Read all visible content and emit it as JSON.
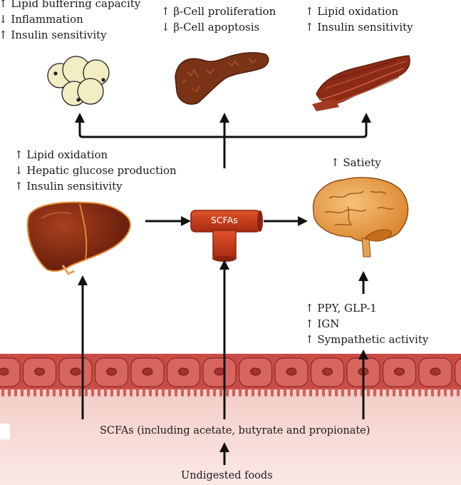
{
  "colors": {
    "fat_cell": "#f3edc4",
    "pancreas": "#7b3216",
    "muscle": "#8a2a14",
    "liver": "#7a2210",
    "liver_outline": "#e08830",
    "brain": "#e39a3f",
    "scfa_hub": "#c53a16",
    "intestine_wall": "#c44a43",
    "intestine_lumen": "#f6cfc9",
    "arrow": "#111111"
  },
  "effects": {
    "adipose": [
      "↑ Lipid buffering capacity",
      "↓ Inflammation",
      "↑ Insulin sensitivity"
    ],
    "pancreas": [
      "↑ β-Cell proliferation",
      "↓ β-Cell apoptosis"
    ],
    "muscle": [
      "↑ Lipid oxidation",
      "↑ Insulin sensitivity"
    ],
    "liver": [
      "↑ Lipid oxidation",
      "↓ Hepatic glucose production",
      "↑ Insulin sensitivity"
    ],
    "brain": [
      "↑ Satiety"
    ],
    "gut": [
      "↑ PPY, GLP-1",
      "↑ IGN",
      "↑ Sympathetic activity"
    ]
  },
  "hub": {
    "label": "SCFAs"
  },
  "intestine": {
    "caption": "SCFAs (including acetate, butyrate and propionate)"
  },
  "source": {
    "label": "Undigested foods"
  }
}
